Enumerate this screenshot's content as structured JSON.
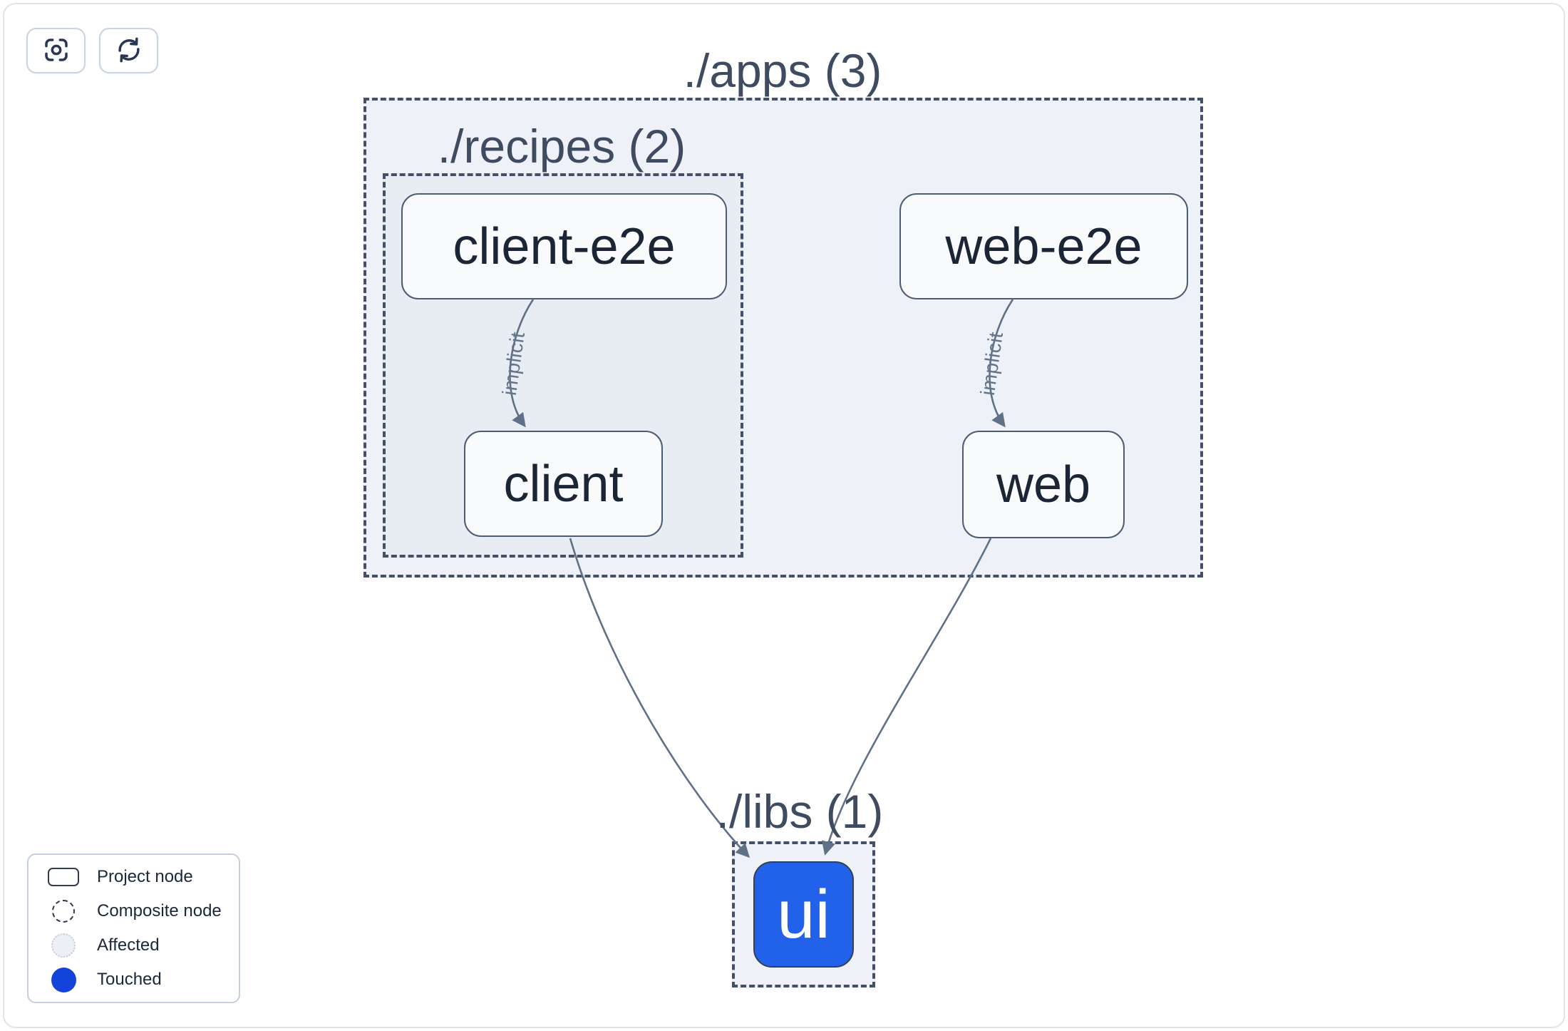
{
  "toolbar": {
    "buttons": [
      {
        "name": "zoom-to-fit",
        "icon": "focus-crosshair-icon"
      },
      {
        "name": "refresh",
        "icon": "refresh-icon"
      }
    ]
  },
  "graph": {
    "groups": [
      {
        "id": "apps",
        "label": "./apps (3)"
      },
      {
        "id": "recipes",
        "label": "./recipes (2)"
      },
      {
        "id": "libs",
        "label": "./libs (1)"
      }
    ],
    "nodes": [
      {
        "id": "client-e2e",
        "label": "client-e2e",
        "state": "normal",
        "group": "recipes"
      },
      {
        "id": "web-e2e",
        "label": "web-e2e",
        "state": "normal",
        "group": "apps"
      },
      {
        "id": "client",
        "label": "client",
        "state": "normal",
        "group": "recipes"
      },
      {
        "id": "web",
        "label": "web",
        "state": "normal",
        "group": "apps"
      },
      {
        "id": "ui",
        "label": "ui",
        "state": "touched",
        "group": "libs"
      }
    ],
    "edges": [
      {
        "from": "client-e2e",
        "to": "client",
        "label": "implicit"
      },
      {
        "from": "web-e2e",
        "to": "web",
        "label": "implicit"
      },
      {
        "from": "client",
        "to": "ui",
        "label": ""
      },
      {
        "from": "web",
        "to": "ui",
        "label": ""
      }
    ]
  },
  "legend": {
    "items": [
      {
        "label": "Project node",
        "swatch": "project"
      },
      {
        "label": "Composite node",
        "swatch": "composite"
      },
      {
        "label": "Affected",
        "swatch": "affected"
      },
      {
        "label": "Touched",
        "swatch": "touched"
      }
    ]
  },
  "colors": {
    "node-blue": "#2262ea",
    "touched-blue": "#1443db",
    "edge": "#5f7087",
    "group-fill": "#eef1f7",
    "dash": "#44506a"
  }
}
